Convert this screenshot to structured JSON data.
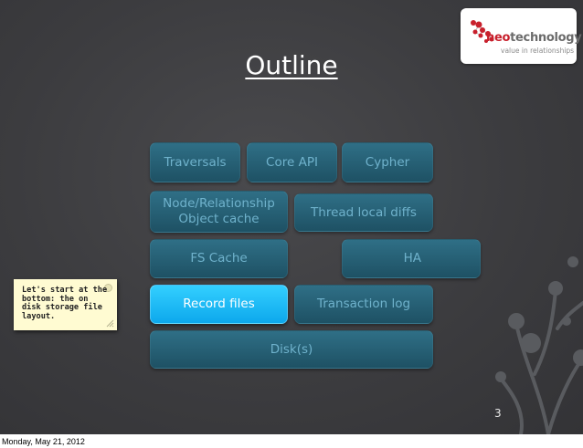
{
  "slide": {
    "title": "Outline",
    "page_number": "3"
  },
  "logo": {
    "brand_neo": "neo",
    "brand_tech": "technology",
    "tagline": "value in relationships"
  },
  "stack": {
    "traversals": "Traversals",
    "core_api": "Core API",
    "cypher": "Cypher",
    "node_relationship_cache_line1": "Node/Relationship",
    "node_relationship_cache_line2": "Object cache",
    "thread_local_diffs": "Thread local diffs",
    "fs_cache": "FS Cache",
    "ha": "HA",
    "record_files": "Record files",
    "transaction_log": "Transaction log",
    "disks": "Disk(s)"
  },
  "note": {
    "text": "Let's start at the bottom: the on disk storage file layout."
  },
  "footer": {
    "date": "Monday, May 21, 2012"
  },
  "colors": {
    "background": "#3c3c3f",
    "box_fill": "#2a6379",
    "box_text": "#6fb2cc",
    "active_box_fill": "#1bbcf7",
    "note_fill": "#fffbd2"
  }
}
